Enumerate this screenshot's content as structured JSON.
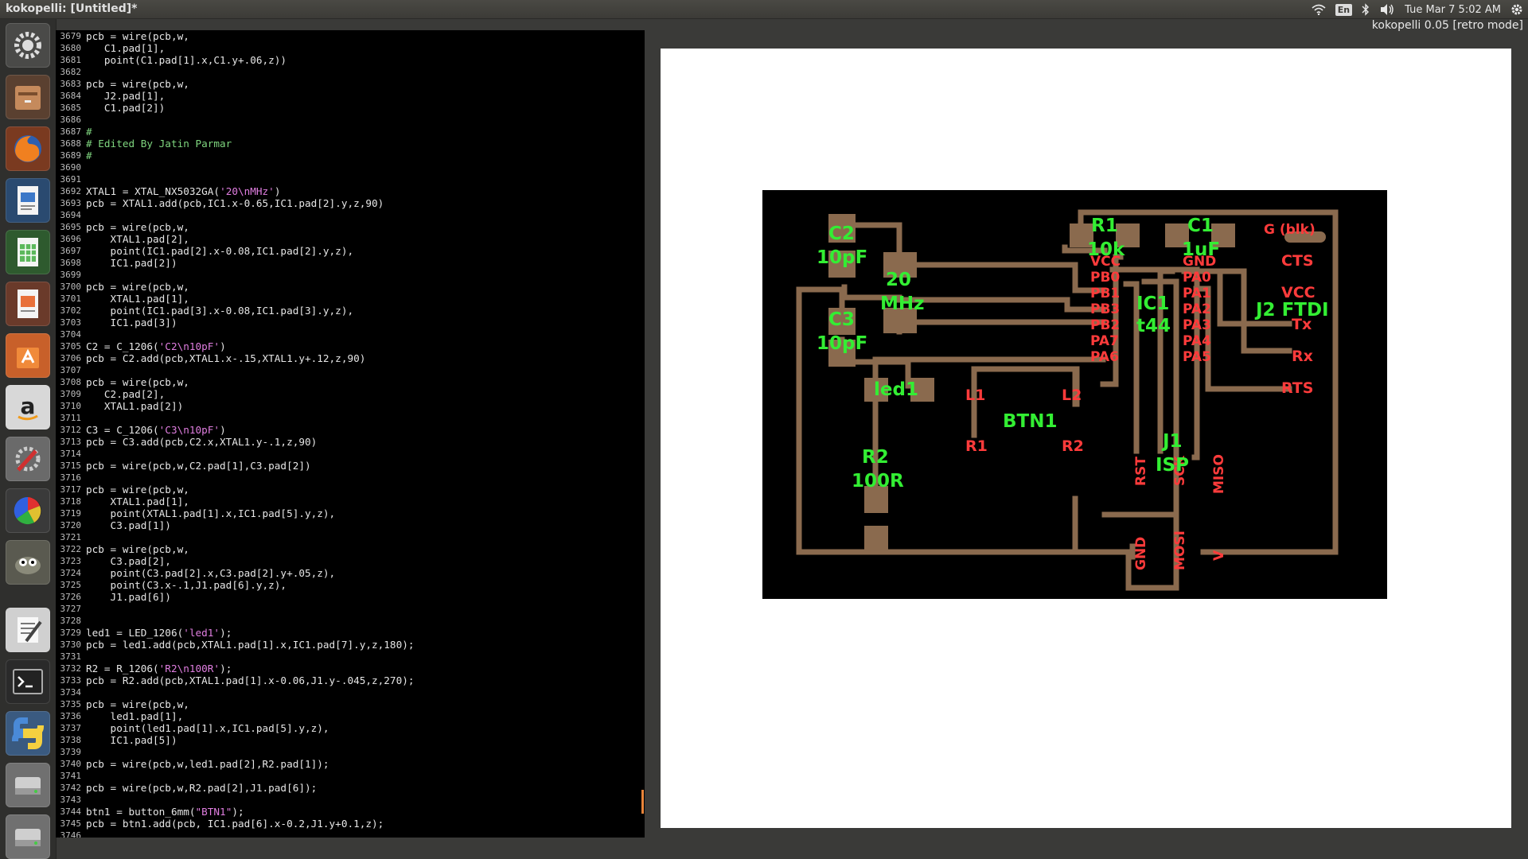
{
  "window": {
    "title": "kokopelli: [Untitled]*",
    "subtitle": "kokopelli 0.05 [retro mode]"
  },
  "topbar": {
    "keyboard": "En",
    "clock": "Tue Mar  7  5:02 AM"
  },
  "launcher": {
    "items": [
      "settings",
      "files",
      "firefox",
      "writer",
      "calc",
      "impress",
      "software-center",
      "amazon",
      "system-tools",
      "color-picker",
      "gimp",
      "text-editor",
      "terminal",
      "python",
      "drive",
      "drive"
    ]
  },
  "editor": {
    "lines": [
      {
        "n": "3679",
        "t": "pcb = wire(pcb,w,"
      },
      {
        "n": "3680",
        "t": "   C1.pad[1],"
      },
      {
        "n": "3681",
        "t": "   point(C1.pad[1].x,C1.y+.06,z))"
      },
      {
        "n": "3682",
        "t": ""
      },
      {
        "n": "3683",
        "t": "pcb = wire(pcb,w,"
      },
      {
        "n": "3684",
        "t": "   J2.pad[1],"
      },
      {
        "n": "3685",
        "t": "   C1.pad[2])"
      },
      {
        "n": "3686",
        "t": ""
      },
      {
        "n": "3687",
        "t": "#",
        "c": true
      },
      {
        "n": "3688",
        "t": "# Edited By Jatin Parmar",
        "c": true
      },
      {
        "n": "3689",
        "t": "#",
        "c": true
      },
      {
        "n": "3690",
        "t": ""
      },
      {
        "n": "3691",
        "t": ""
      },
      {
        "n": "3692",
        "p": "XTAL1 = XTAL_NX5032GA(",
        "s": "'20\\nMHz'",
        "a": ")"
      },
      {
        "n": "3693",
        "t": "pcb = XTAL1.add(pcb,IC1.x-0.65,IC1.pad[2].y,z,90)"
      },
      {
        "n": "3694",
        "t": ""
      },
      {
        "n": "3695",
        "t": "pcb = wire(pcb,w,"
      },
      {
        "n": "3696",
        "t": "    XTAL1.pad[2],"
      },
      {
        "n": "3697",
        "t": "    point(IC1.pad[2].x-0.08,IC1.pad[2].y,z),"
      },
      {
        "n": "3698",
        "t": "    IC1.pad[2])"
      },
      {
        "n": "3699",
        "t": ""
      },
      {
        "n": "3700",
        "t": "pcb = wire(pcb,w,"
      },
      {
        "n": "3701",
        "t": "    XTAL1.pad[1],"
      },
      {
        "n": "3702",
        "t": "    point(IC1.pad[3].x-0.08,IC1.pad[3].y,z),"
      },
      {
        "n": "3703",
        "t": "    IC1.pad[3])"
      },
      {
        "n": "3704",
        "t": ""
      },
      {
        "n": "3705",
        "p": "C2 = C_1206(",
        "s": "'C2\\n10pF'",
        "a": ")"
      },
      {
        "n": "3706",
        "t": "pcb = C2.add(pcb,XTAL1.x-.15,XTAL1.y+.12,z,90)"
      },
      {
        "n": "3707",
        "t": ""
      },
      {
        "n": "3708",
        "t": "pcb = wire(pcb,w,"
      },
      {
        "n": "3709",
        "t": "   C2.pad[2],"
      },
      {
        "n": "3710",
        "t": "   XTAL1.pad[2])"
      },
      {
        "n": "3711",
        "t": ""
      },
      {
        "n": "3712",
        "p": "C3 = C_1206(",
        "s": "'C3\\n10pF'",
        "a": ")"
      },
      {
        "n": "3713",
        "t": "pcb = C3.add(pcb,C2.x,XTAL1.y-.1,z,90)"
      },
      {
        "n": "3714",
        "t": ""
      },
      {
        "n": "3715",
        "t": "pcb = wire(pcb,w,C2.pad[1],C3.pad[2])"
      },
      {
        "n": "3716",
        "t": ""
      },
      {
        "n": "3717",
        "t": "pcb = wire(pcb,w,"
      },
      {
        "n": "3718",
        "t": "    XTAL1.pad[1],"
      },
      {
        "n": "3719",
        "t": "    point(XTAL1.pad[1].x,IC1.pad[5].y,z),"
      },
      {
        "n": "3720",
        "t": "    C3.pad[1])"
      },
      {
        "n": "3721",
        "t": ""
      },
      {
        "n": "3722",
        "t": "pcb = wire(pcb,w,"
      },
      {
        "n": "3723",
        "t": "    C3.pad[2],"
      },
      {
        "n": "3724",
        "t": "    point(C3.pad[2].x,C3.pad[2].y+.05,z),"
      },
      {
        "n": "3725",
        "t": "    point(C3.x-.1,J1.pad[6].y,z),"
      },
      {
        "n": "3726",
        "t": "    J1.pad[6])"
      },
      {
        "n": "3727",
        "t": ""
      },
      {
        "n": "3728",
        "t": ""
      },
      {
        "n": "3729",
        "p": "led1 = LED_1206(",
        "s": "'led1'",
        "a": ");"
      },
      {
        "n": "3730",
        "t": "pcb = led1.add(pcb,XTAL1.pad[1].x,IC1.pad[7].y,z,180);"
      },
      {
        "n": "3731",
        "t": ""
      },
      {
        "n": "3732",
        "p": "R2 = R_1206(",
        "s": "'R2\\n100R'",
        "a": ");"
      },
      {
        "n": "3733",
        "t": "pcb = R2.add(pcb,XTAL1.pad[1].x-0.06,J1.y-.045,z,270);"
      },
      {
        "n": "3734",
        "t": ""
      },
      {
        "n": "3735",
        "t": "pcb = wire(pcb,w,"
      },
      {
        "n": "3736",
        "t": "    led1.pad[1],"
      },
      {
        "n": "3737",
        "t": "    point(led1.pad[1].x,IC1.pad[5].y,z),"
      },
      {
        "n": "3738",
        "t": "    IC1.pad[5])"
      },
      {
        "n": "3739",
        "t": ""
      },
      {
        "n": "3740",
        "t": "pcb = wire(pcb,w,led1.pad[2],R2.pad[1]);"
      },
      {
        "n": "3741",
        "t": ""
      },
      {
        "n": "3742",
        "t": "pcb = wire(pcb,w,R2.pad[2],J1.pad[6]);"
      },
      {
        "n": "3743",
        "t": ""
      },
      {
        "n": "3744",
        "p": "btn1 = button_6mm(",
        "s": "\"BTN1\"",
        "a": ");"
      },
      {
        "n": "3745",
        "t": "pcb = btn1.add(pcb, IC1.pad[6].x-0.2,J1.y+0.1,z);"
      },
      {
        "n": "3746",
        "t": ""
      }
    ]
  },
  "pcb": {
    "colors": {
      "trace": "#8a6a4e",
      "pad": "#8a6a4e",
      "green_label": "#33ee33",
      "red_label": "#ff3b3b",
      "board": "#000000"
    },
    "labels_green": {
      "c2": "C2",
      "c2_val": "10pF",
      "c3": "C3",
      "c3_val": "10pF",
      "xtal_a": "20",
      "xtal_b": "MHz",
      "r1": "R1",
      "r1_val": "10k",
      "c1": "C1",
      "c1_val": "1uF",
      "ic1": "IC1",
      "ic1_b": "t44",
      "j2": "J2 FTDI",
      "led1": "led1",
      "btn1": "BTN1",
      "r2": "R2",
      "r2_val": "100R",
      "j1": "J1",
      "isp": "ISP"
    },
    "labels_red": {
      "gblk": "G (blk)",
      "ic_left": [
        "VCC",
        "PB0",
        "PB1",
        "PB3",
        "PB2",
        "PA7",
        "PA6"
      ],
      "ic_right": [
        "GND",
        "PA0",
        "PA1",
        "PA2",
        "PA3",
        "PA4",
        "PA5"
      ],
      "ftdi": [
        "CTS",
        "VCC",
        "Tx",
        "Rx",
        "RTS"
      ],
      "btn": [
        "L1",
        "L2",
        "R1",
        "R2"
      ],
      "isp_top": [
        "RST",
        "SCK",
        "MISO"
      ],
      "isp_bot": [
        "GND",
        "MOSI",
        "V"
      ]
    }
  }
}
